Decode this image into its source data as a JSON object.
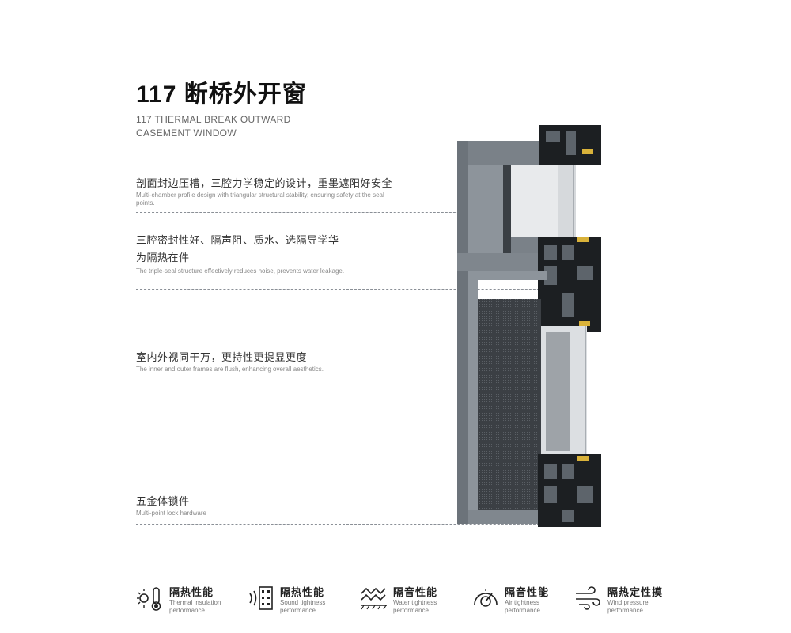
{
  "header": {
    "title": "117 断桥外开窗",
    "subtitle_line1": "117 THERMAL BREAK OUTWARD",
    "subtitle_line2": "CASEMENT WINDOW"
  },
  "features": [
    {
      "cn_line1": "剖面封边压槽，三腔力学稳定的设计，重墨遮阳好安全",
      "cn_line2": "",
      "en": "Multi-chamber profile design with triangular structural stability, ensuring safety at the seal points."
    },
    {
      "cn_line1": "三腔密封性好、隔声阻、质水、选隔导学华",
      "cn_line2": "为隔热在件",
      "en": "The triple-seal structure effectively reduces noise, prevents water leakage."
    },
    {
      "cn_line1": "室内外视同干万，更持性更提显更度",
      "cn_line2": "",
      "en": "The inner and outer frames are flush, enhancing overall aesthetics."
    },
    {
      "cn_line1": "五金体锁件",
      "cn_line2": "",
      "en": "Multi-point lock hardware"
    }
  ],
  "bottom_features": [
    {
      "icon": "thermometer-sun-icon",
      "cn": "隔热性能",
      "en": "Thermal insulation performance"
    },
    {
      "icon": "sound-wave-icon",
      "cn": "隔热性能",
      "en": "Sound tightness performance"
    },
    {
      "icon": "water-wave-icon",
      "cn": "隔音性能",
      "en": "Water tightness performance"
    },
    {
      "icon": "gauge-icon",
      "cn": "隔音性能",
      "en": "Air tightness performance"
    },
    {
      "icon": "wind-icon",
      "cn": "隔热定性摸",
      "en": "Wind pressure performance"
    }
  ],
  "colors": {
    "frame": "#6f767d",
    "frame_light": "#9aa1a8",
    "dark_profile": "#1c1f22",
    "accent_dot": "#2f6fb4"
  }
}
